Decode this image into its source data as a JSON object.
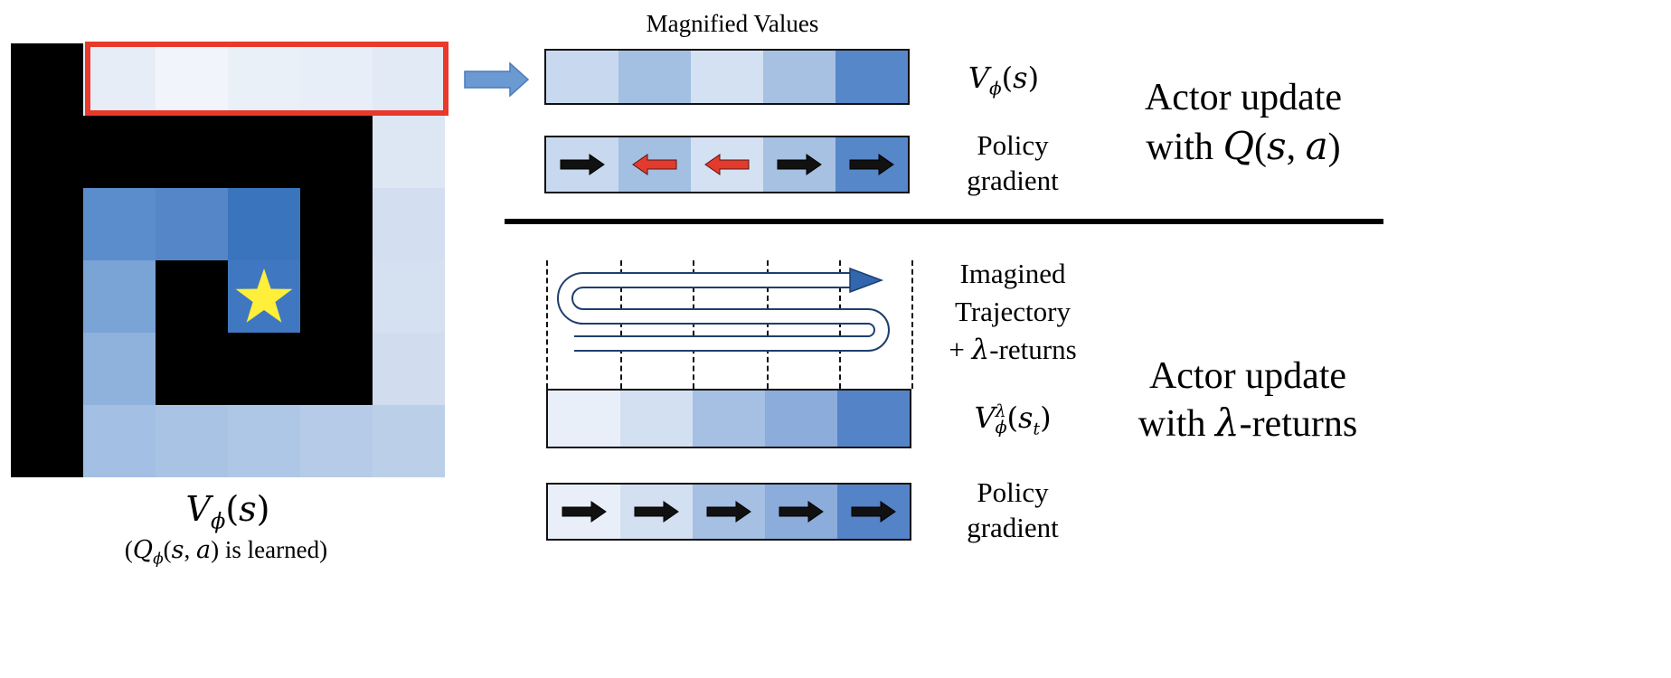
{
  "colors": {
    "grid": [
      [
        "#000000",
        "#e6edf7",
        "#f1f5fb",
        "#eaf0f8",
        "#e7eef7",
        "#e2eaf5"
      ],
      [
        "#000000",
        "#000000",
        "#000000",
        "#000000",
        "#000000",
        "#dde6f3"
      ],
      [
        "#000000",
        "#5b8ccb",
        "#5486c8",
        "#3a74bd",
        "#000000",
        "#d3dff0"
      ],
      [
        "#000000",
        "#7aa3d6",
        "#000000",
        "#3f78c0",
        "#000000",
        "#d5e0f0"
      ],
      [
        "#000000",
        "#8fb2dd",
        "#000000",
        "#000000",
        "#000000",
        "#d1ddef"
      ],
      [
        "#000000",
        "#a3bfe3",
        "#a9c3e5",
        "#aec7e6",
        "#b5cbe8",
        "#bccfe9"
      ]
    ],
    "bar_top": [
      "#c8d8ee",
      "#a3bfe1",
      "#d4e1f2",
      "#a6c1e2",
      "#5687c8"
    ],
    "bar_bottom": [
      "#e9eff8",
      "#d3e0f1",
      "#a5c0e2",
      "#8cacdb",
      "#5484c7"
    ],
    "arrow_dark": "#111111",
    "arrow_red": "#e23b2e",
    "highlight": "#e8392b",
    "star": "#ffef3a"
  },
  "star_cell": [
    3,
    3
  ],
  "grid_caption": {
    "main": "V_ϕ(s)",
    "sub": "(Q_ϕ(s, a) is learned)"
  },
  "magnified_title": "Magnified Values",
  "top_value_label": "V_ϕ(s)",
  "policy_gradient_label_top": "Policy gradient",
  "top_arrows": [
    "right",
    "left",
    "left",
    "right",
    "right"
  ],
  "actor_update_q": {
    "line1": "Actor update",
    "line2": "with Q(s, a)"
  },
  "imagined_label": {
    "line1": "Imagined",
    "line2": "Trajectory",
    "line3": "+ λ-returns"
  },
  "lambda_value_label": "V^λ_ϕ(s_t)",
  "policy_gradient_label_bottom": "Policy gradient",
  "bottom_arrows": [
    "right",
    "right",
    "right",
    "right",
    "right"
  ],
  "actor_update_lambda": {
    "line1": "Actor update",
    "line2": "with λ-returns"
  }
}
